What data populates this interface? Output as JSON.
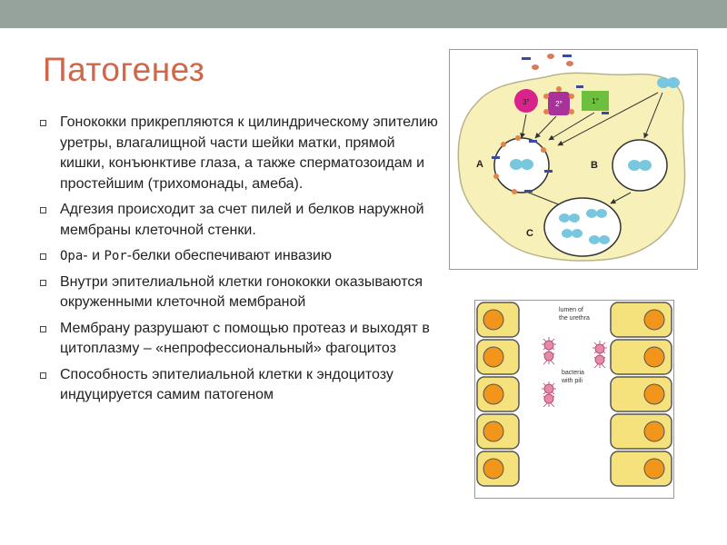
{
  "slide": {
    "title": "Патогенез",
    "bullets": [
      {
        "text": "Гонококки прикрепляются к цилиндрическому эпителию уретры, влагалищной части шейки матки, прямой кишки, конъюнктиве глаза, а также сперматозоидам и простейшим (трихомонады, амеба)."
      },
      {
        "text": "Адгезия происходит за счет пилей и белков наружной мембраны клеточной стенки."
      },
      {
        "prefix1": "Opa",
        "sep": "- и ",
        "prefix2": "Por",
        "rest": "-белки обеспечивают инвазию"
      },
      {
        "text": "Внутри эпителиальной клетки гонококки оказываются окруженными клеточной мембраной"
      },
      {
        "text": "Мембрану разрушают с помощью протеаз и выходят в цитоплазму – «непрофессиональный» фагоцитоз"
      },
      {
        "text": "Способность эпителиальной клетки к эндоцитозу индуцируется самим патогеном"
      }
    ]
  },
  "figure1": {
    "labels": {
      "a": "A",
      "b": "B",
      "c": "C",
      "r3": "3°",
      "r2": "2°",
      "r1": "1°"
    }
  },
  "figure2": {
    "lumen_label_1": "lumen of",
    "lumen_label_2": "the urethra",
    "bacteria_label_1": "bacteria",
    "bacteria_label_2": "with pili"
  },
  "colors": {
    "topbar": "#96a39d",
    "title": "#d1674a",
    "cell_body": "#f7f0b8",
    "coccus": "#79c7df",
    "epithelial_cell": "#f6e27d",
    "nucleus": "#f2961b",
    "bacteria": "#e48aa6"
  }
}
